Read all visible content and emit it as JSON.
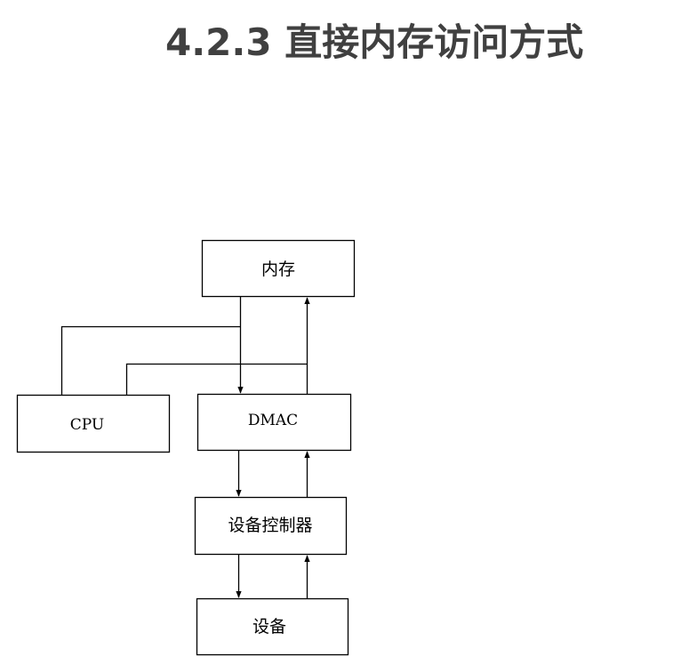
{
  "title": "4.2.3 直接内存访问方式",
  "diagram": {
    "nodes": {
      "memory": "内存",
      "cpu": "CPU",
      "dmac": "DMAC",
      "device_controller": "设备控制器",
      "device": "设备"
    }
  }
}
